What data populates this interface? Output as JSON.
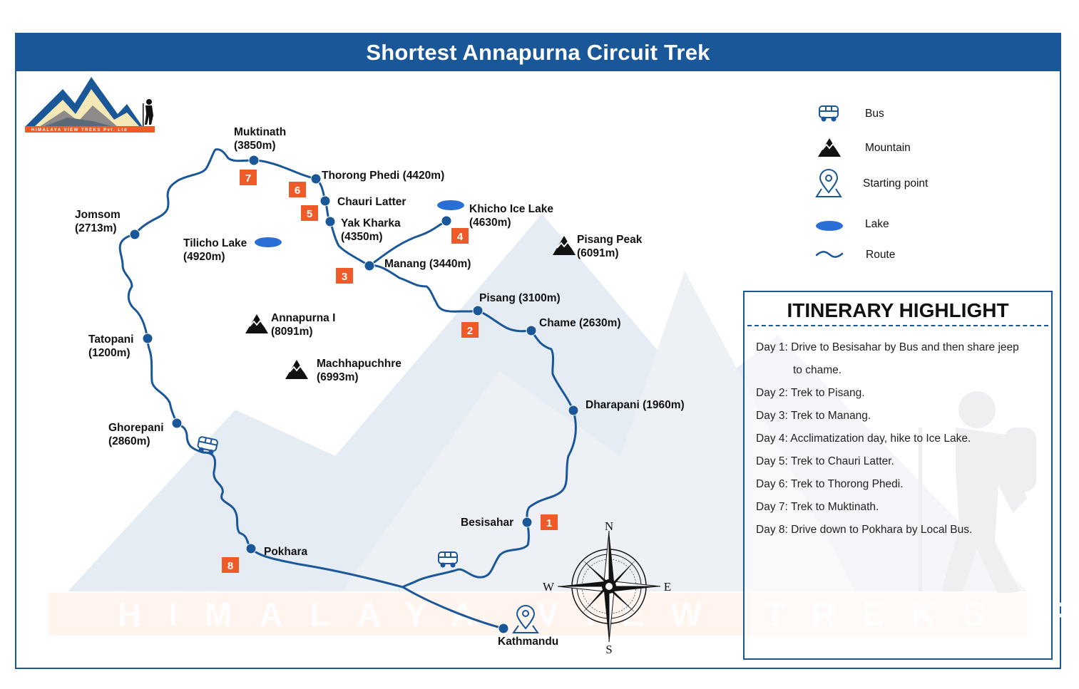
{
  "header": {
    "title": "Shortest Annapurna Circuit Trek"
  },
  "logo": {
    "text": "HIMALAYA VIEW TREKS Pvt. Ltd"
  },
  "watermark": {
    "text": "HIMALAYA VIEW TREKS Pvt. Ltd."
  },
  "colors": {
    "brand_blue": "#1a5799",
    "route": "#1a5799",
    "day_badge": "#ee5a28",
    "lake": "#2a6fd6",
    "watermark": "#e3e9f1"
  },
  "legend": [
    {
      "icon": "bus-icon",
      "label": "Bus"
    },
    {
      "icon": "mountain-icon",
      "label": "Mountain"
    },
    {
      "icon": "starting-point-icon",
      "label": "Starting point"
    },
    {
      "icon": "lake-icon",
      "label": "Lake"
    },
    {
      "icon": "route-icon",
      "label": "Route"
    }
  ],
  "places": {
    "muktinath": {
      "name": "Muktinath",
      "elev": "(3850m)"
    },
    "thorong_phedi": {
      "name": "Thorong Phedi (4420m)"
    },
    "chauri_latter": {
      "name": "Chauri Latter"
    },
    "yak_kharka": {
      "name": "Yak Kharka",
      "elev": "(4350m)"
    },
    "khicho_ice_lake": {
      "name": "Khicho Ice Lake",
      "elev": "(4630m)"
    },
    "manang": {
      "name": "Manang (3440m)"
    },
    "pisang": {
      "name": "Pisang (3100m)"
    },
    "chame": {
      "name": "Chame (2630m)"
    },
    "dharapani": {
      "name": "Dharapani (1960m)"
    },
    "besisahar": {
      "name": "Besisahar"
    },
    "kathmandu": {
      "name": "Kathmandu"
    },
    "pokhara": {
      "name": "Pokhara"
    },
    "ghorepani": {
      "name": "Ghorepani",
      "elev": "(2860m)"
    },
    "tatopani": {
      "name": "Tatopani",
      "elev": "(1200m)"
    },
    "jomsom": {
      "name": "Jomsom",
      "elev": "(2713m)"
    },
    "tilicho_lake": {
      "name": "Tilicho Lake",
      "elev": "(4920m)"
    }
  },
  "mountains": {
    "annapurna": {
      "name": "Annapurna I",
      "elev": "(8091m)"
    },
    "machhapuchhre": {
      "name": "Machhapuchhre",
      "elev": "(6993m)"
    },
    "pisang_peak": {
      "name": "Pisang Peak",
      "elev": "(6091m)"
    }
  },
  "day_badges": [
    "1",
    "2",
    "3",
    "4",
    "5",
    "6",
    "7",
    "8"
  ],
  "compass": {
    "n": "N",
    "s": "S",
    "e": "E",
    "w": "W"
  },
  "itinerary": {
    "title": "ITINERARY HIGHLIGHT",
    "days": [
      {
        "label": "Day 1:",
        "text": "Drive to Besisahar by Bus and then share jeep",
        "cont": "to chame."
      },
      {
        "label": "Day 2:",
        "text": "Trek to Pisang."
      },
      {
        "label": "Day 3:",
        "text": "Trek to Manang."
      },
      {
        "label": "Day 4:",
        "text": "Acclimatization day, hike to Ice Lake."
      },
      {
        "label": "Day 5:",
        "text": "Trek to Chauri Latter."
      },
      {
        "label": "Day 6:",
        "text": "Trek to Thorong Phedi."
      },
      {
        "label": "Day 7:",
        "text": "Trek to Muktinath."
      },
      {
        "label": "Day 8:",
        "text": "Drive down to Pokhara by Local Bus."
      }
    ]
  }
}
